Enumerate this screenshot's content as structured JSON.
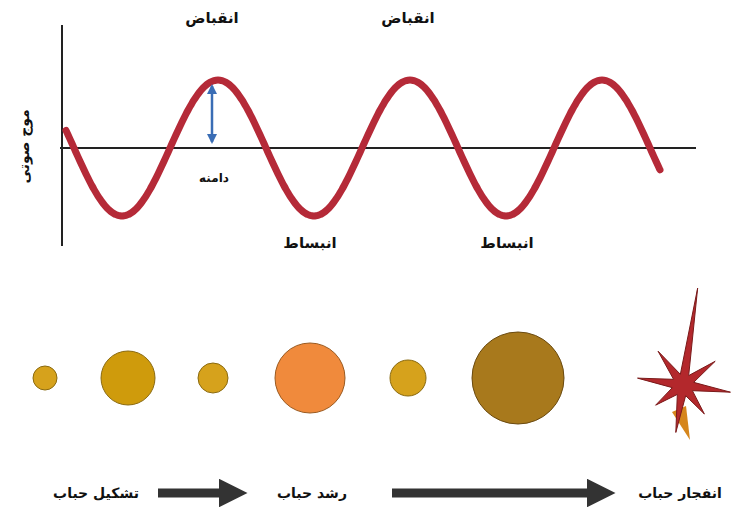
{
  "diagram": {
    "labels": [
      "انقباض",
      "انقباض",
      "موج صوتی",
      "دامنه",
      "انبساط",
      "انبساط",
      "تشکیل حباب",
      "رشد حباب",
      "انفجار حباب"
    ]
  }
}
